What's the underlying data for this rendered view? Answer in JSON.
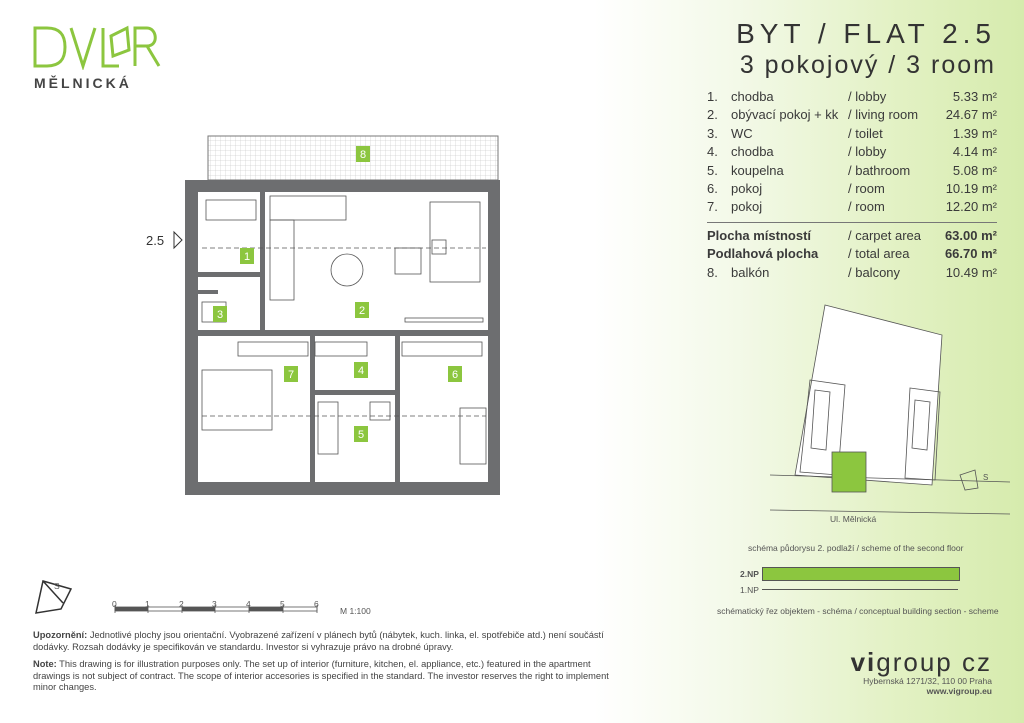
{
  "logo": {
    "wordmark": "DVLR",
    "subtitle": "MĚLNICKÁ"
  },
  "title": {
    "line1": "BYT / FLAT 2.5",
    "line2": "3 pokojový / 3 room"
  },
  "rooms": [
    {
      "num": "1.",
      "cz": "chodba",
      "en": "/ lobby",
      "area": "5.33 m²"
    },
    {
      "num": "2.",
      "cz": "obývací pokoj + kk",
      "en": "/ living room",
      "area": "24.67 m²"
    },
    {
      "num": "3.",
      "cz": "WC",
      "en": "/ toilet",
      "area": "1.39 m²"
    },
    {
      "num": "4.",
      "cz": "chodba",
      "en": "/ lobby",
      "area": "4.14 m²"
    },
    {
      "num": "5.",
      "cz": "koupelna",
      "en": "/ bathroom",
      "area": "5.08 m²"
    },
    {
      "num": "6.",
      "cz": "pokoj",
      "en": "/ room",
      "area": "10.19 m²"
    },
    {
      "num": "7.",
      "cz": "pokoj",
      "en": "/ room",
      "area": "12.20 m²"
    }
  ],
  "totals": [
    {
      "cz": "Plocha místností",
      "en": "/ carpet area",
      "area": "63.00 m²"
    },
    {
      "cz": "Podlahová plocha",
      "en": "/ total area",
      "area": "66.70 m²"
    }
  ],
  "balcony": {
    "num": "8.",
    "cz": "balkón",
    "en": "/ balcony",
    "area": "10.49 m²"
  },
  "scheme": {
    "street": "Ul. Mělnická",
    "caption": "schéma půdorysu 2. podlaží / scheme of the second floor",
    "compass": "S"
  },
  "section": {
    "floors": [
      "2.NP",
      "1.NP"
    ],
    "caption": "schématický řez objektem - schéma / conceptual building section - scheme"
  },
  "plan": {
    "unit_label": "2.5",
    "room_numbers": [
      "1",
      "2",
      "3",
      "4",
      "5",
      "6",
      "7",
      "8"
    ]
  },
  "scale": {
    "ticks": [
      "0",
      "1",
      "2",
      "3",
      "4",
      "5",
      "6"
    ],
    "label": "M 1:100",
    "compass": "S"
  },
  "notes": {
    "cz_title": "Upozornění:",
    "cz_text": " Jednotlivé plochy jsou orientační. Vyobrazené zařízení v plánech bytů (nábytek, kuch. linka, el. spotřebiče atd.) není součástí dodávky. Rozsah dodávky je specifikován ve standardu. Investor si vyhrazuje právo na drobné úpravy.",
    "en_title": "Note:",
    "en_text": " This drawing is for illustration purposes only. The set up of interior (furniture, kitchen, el. appliance, etc.) featured in the apartment drawings is not subject of contract. The scope of interior accesories is specified in the standard. The investor reserves the right to implement minor changes."
  },
  "company": {
    "name_prefix": "vi",
    "name_rest": "group cz",
    "address": "Hybernská 1271/32, 110 00 Praha",
    "web": "www.vigroup.eu"
  },
  "colors": {
    "accent": "#8cc63f",
    "wall": "#6d6e70",
    "text": "#3a3a3a"
  }
}
